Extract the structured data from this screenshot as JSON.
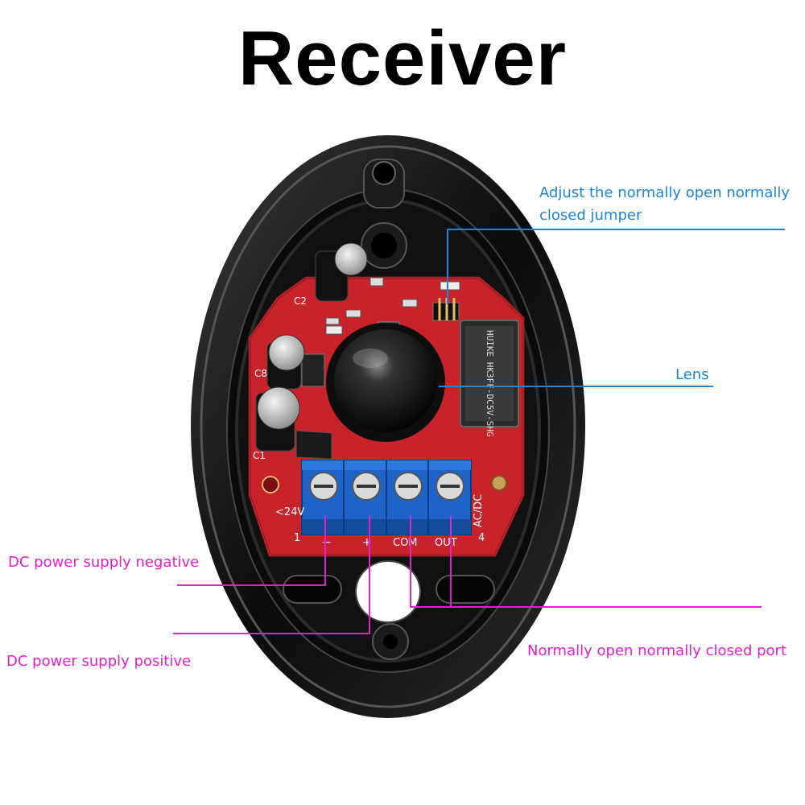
{
  "title": "Receiver",
  "board": {
    "silk": {
      "c2": "C2",
      "c8": "C8",
      "c1": "C1",
      "voltage_left": "<24V",
      "voltage_right": "AC/DC",
      "pin_first": "1",
      "pin_last": "4",
      "terminal_minus": "−",
      "terminal_plus": "+",
      "terminal_com": "COM",
      "terminal_out": "OUT"
    },
    "relay_text": "HUIKE HK3FF-DC5V-SHG"
  },
  "labels": {
    "jumper_line1": "Adjust the normally open normally",
    "jumper_line2": "closed jumper",
    "lens": "Lens",
    "negative": "DC power supply negative",
    "positive": "DC power supply positive",
    "port": "Normally open normally closed port"
  },
  "colors": {
    "blue_label": "#1a86d9",
    "magenta_label": "#e020c8",
    "board_red": "#c8222a",
    "terminal_blue": "#1e63c8",
    "housing": "#111111"
  }
}
